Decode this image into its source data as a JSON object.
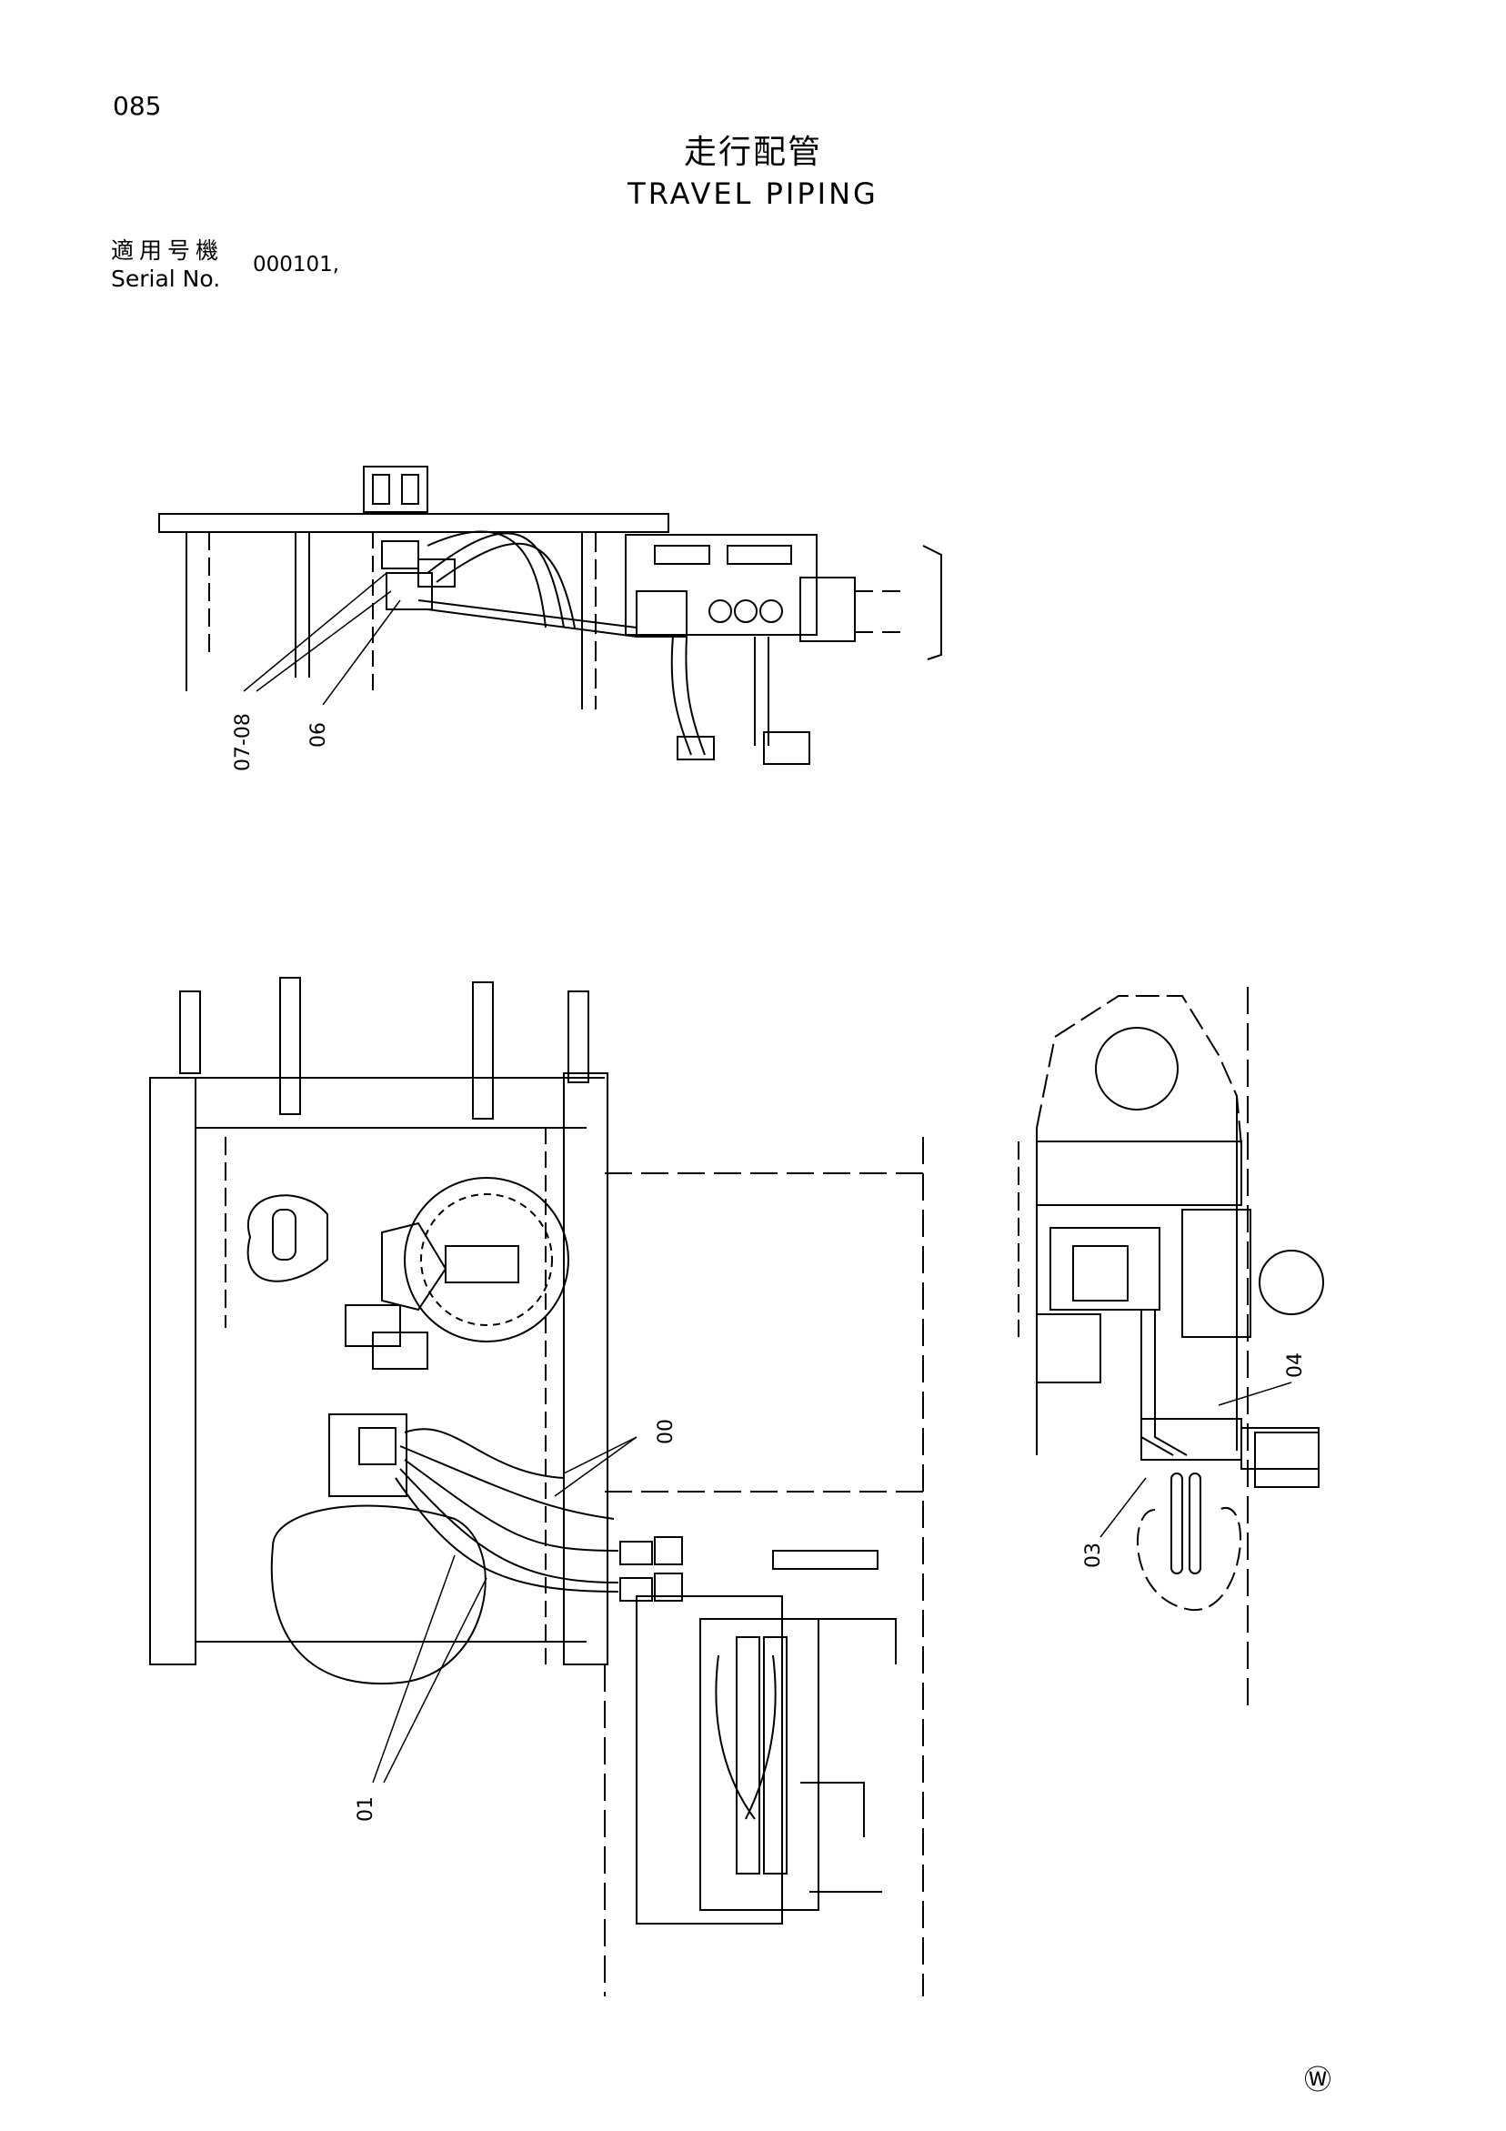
{
  "header": {
    "page_number": "085",
    "title_jp": "走行配管",
    "title_en": "TRAVEL PIPING",
    "serial_label_jp": "適用号機",
    "serial_label_en": "Serial No.",
    "serial_value": "000101,"
  },
  "callouts": {
    "top": [
      "07-08",
      "06"
    ],
    "bottom_left": [
      "00",
      "01"
    ],
    "bottom_right": [
      "04",
      "03"
    ]
  },
  "footer": {
    "mark": "Ⓦ"
  }
}
